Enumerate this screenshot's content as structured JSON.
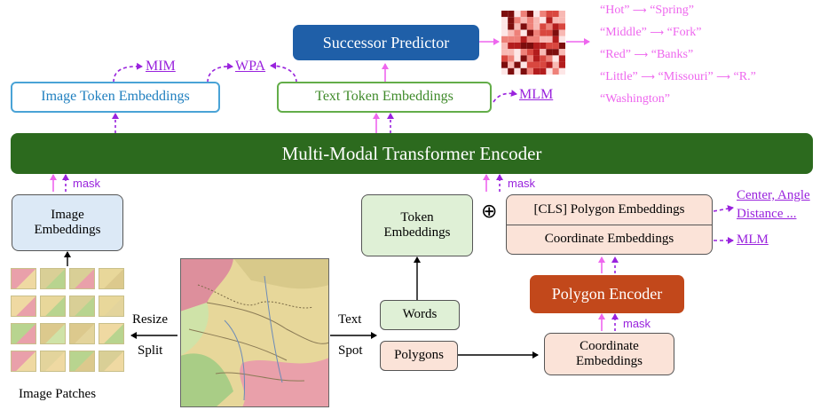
{
  "successor_predictor": "Successor Predictor",
  "image_token_embeddings": "Image Token Embeddings",
  "text_token_embeddings": "Text Token Embeddings",
  "encoder": "Multi-Modal Transformer Encoder",
  "image_embeddings": "Image Embeddings",
  "token_embeddings": "Token Embeddings",
  "polygon_embeddings": "[CLS] Polygon Embeddings",
  "coordinate_embeddings_top": "Coordinate Embeddings",
  "polygon_encoder": "Polygon Encoder",
  "coordinate_embeddings_bottom": "Coordinate Embeddings",
  "words": "Words",
  "polygons": "Polygons",
  "labels": {
    "mim": "MIM",
    "wpa": "WPA",
    "mlm_text": "MLM",
    "mlm_coord": "MLM",
    "center_line1": "Center, Angle",
    "center_line2": "Distance ...",
    "mask_left": "mask",
    "mask_right": "mask",
    "mask_polygon": "mask",
    "resize": "Resize",
    "split": "Split",
    "text": "Text",
    "spot": "Spot",
    "image_patches": "Image Patches",
    "oplus": "⊕"
  },
  "successions": [
    [
      "“Hot”",
      "“Spring”"
    ],
    [
      "“Middle”",
      "“Fork”"
    ],
    [
      "“Red”",
      "“Banks”"
    ],
    [
      "“Little”",
      "“Missouri”",
      "“R.”"
    ],
    [
      "“Washington”"
    ]
  ],
  "colors": {
    "dark_blue": "#1f5fa8",
    "green_dark": "#2c6a1e",
    "orange_dark": "#c2481b",
    "light_blue": "#dce9f6",
    "light_green": "#dff0d6",
    "peach": "#fbe3d8",
    "pink": "#ee66ee",
    "purple": "#9922dd"
  }
}
